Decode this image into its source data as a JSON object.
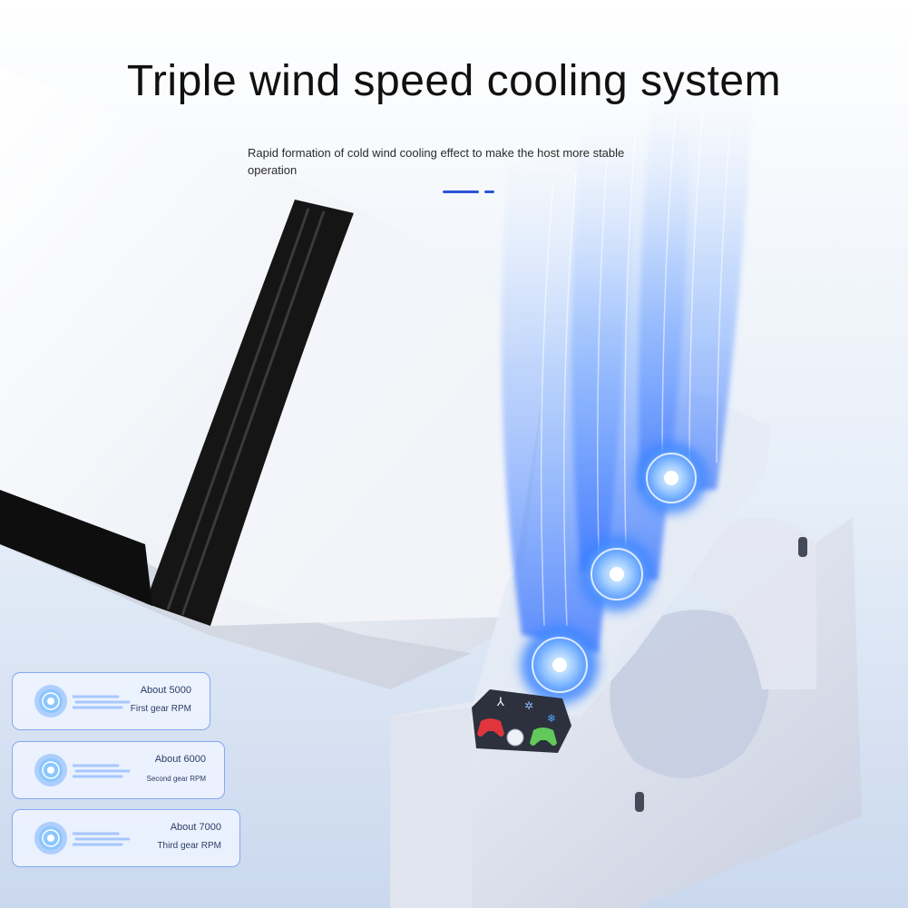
{
  "headline": "Triple wind speed cooling system",
  "subtitle": "Rapid formation of cold wind cooling effect to make the host more stable operation",
  "colors": {
    "accent": "#2b55d6",
    "card_border": "#86a7f3",
    "fan_glow": "#2f7dff",
    "airflow": "#6fa6ff",
    "controller_red": "#e0353d",
    "controller_green": "#62c85a"
  },
  "rpm_cards": [
    {
      "value": "About 5000",
      "gear": "First gear RPM"
    },
    {
      "value": "About 6000",
      "gear": "Second gear RPM"
    },
    {
      "value": "About 7000",
      "gear": "Third gear RPM"
    }
  ],
  "icons": [
    "fan-icon",
    "fan-speed-icon",
    "snowflake-icon",
    "controller-icon",
    "power-button-icon",
    "usb-c-port-icon"
  ]
}
